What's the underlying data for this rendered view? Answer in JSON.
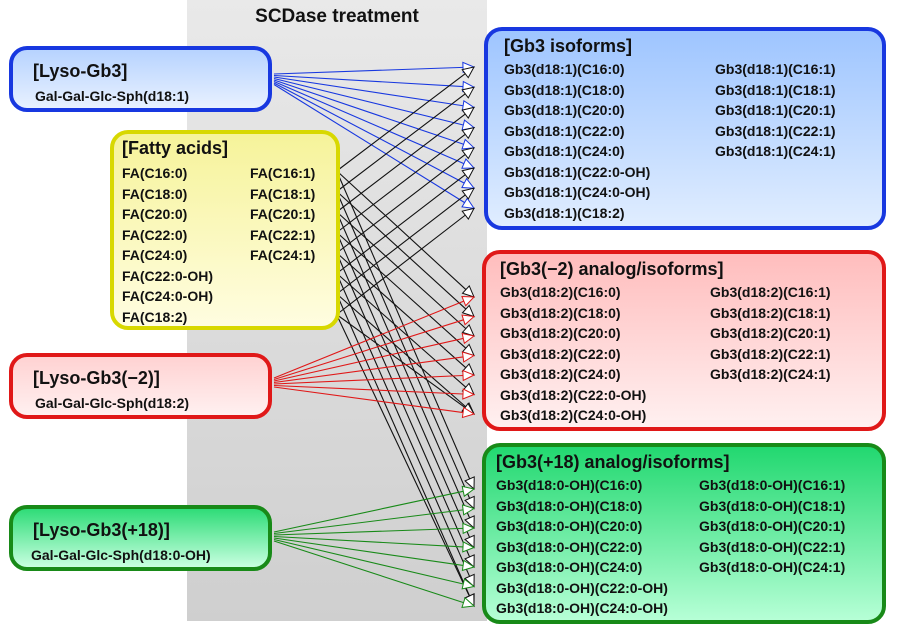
{
  "band_title": "SCDase treatment",
  "colors": {
    "blue": "#1838e0",
    "red": "#e01818",
    "green": "#188a18",
    "yellow": "#d8d800",
    "black": "#111111"
  },
  "sources": {
    "lyso_gb3": {
      "title": "[Lyso-Gb3]",
      "subtitle": "Gal-Gal-Glc-Sph(d18:1)"
    },
    "fatty_acids": {
      "title": "[Fatty acids]",
      "col1": [
        "FA(C16:0)",
        "FA(C18:0)",
        "FA(C20:0)",
        "FA(C22:0)",
        "FA(C24:0)",
        "FA(C22:0-OH)",
        "FA(C24:0-OH)",
        "FA(C18:2)"
      ],
      "col2": [
        "FA(C16:1)",
        "FA(C18:1)",
        "FA(C20:1)",
        "FA(C22:1)",
        "FA(C24:1)"
      ]
    },
    "lyso_gb3_m2": {
      "title": "[Lyso-Gb3(−2)]",
      "subtitle": "Gal-Gal-Glc-Sph(d18:2)"
    },
    "lyso_gb3_p18": {
      "title": "[Lyso-Gb3(+18)]",
      "subtitle": "Gal-Gal-Glc-Sph(d18:0-OH)"
    }
  },
  "products": {
    "gb3_isoforms": {
      "title": "[Gb3 isoforms]",
      "col1": [
        "Gb3(d18:1)(C16:0)",
        "Gb3(d18:1)(C18:0)",
        "Gb3(d18:1)(C20:0)",
        "Gb3(d18:1)(C22:0)",
        "Gb3(d18:1)(C24:0)",
        "Gb3(d18:1)(C22:0-OH)",
        "Gb3(d18:1)(C24:0-OH)",
        "Gb3(d18:1)(C18:2)"
      ],
      "col2": [
        "Gb3(d18:1)(C16:1)",
        "Gb3(d18:1)(C18:1)",
        "Gb3(d18:1)(C20:1)",
        "Gb3(d18:1)(C22:1)",
        "Gb3(d18:1)(C24:1)"
      ]
    },
    "gb3_m2_isoforms": {
      "title": "[Gb3(−2) analog/isoforms]",
      "col1": [
        "Gb3(d18:2)(C16:0)",
        "Gb3(d18:2)(C18:0)",
        "Gb3(d18:2)(C20:0)",
        "Gb3(d18:2)(C22:0)",
        "Gb3(d18:2)(C24:0)",
        "Gb3(d18:2)(C22:0-OH)",
        "Gb3(d18:2)(C24:0-OH)"
      ],
      "col2": [
        "Gb3(d18:2)(C16:1)",
        "Gb3(d18:2)(C18:1)",
        "Gb3(d18:2)(C20:1)",
        "Gb3(d18:2)(C22:1)",
        "Gb3(d18:2)(C24:1)"
      ]
    },
    "gb3_p18_isoforms": {
      "title": "[Gb3(+18) analog/isoforms]",
      "col1": [
        "Gb3(d18:0-OH)(C16:0)",
        "Gb3(d18:0-OH)(C18:0)",
        "Gb3(d18:0-OH)(C20:0)",
        "Gb3(d18:0-OH)(C22:0)",
        "Gb3(d18:0-OH)(C24:0)",
        "Gb3(d18:0-OH)(C22:0-OH)",
        "Gb3(d18:0-OH)(C24:0-OH)"
      ],
      "col2": [
        "Gb3(d18:0-OH)(C16:1)",
        "Gb3(d18:0-OH)(C18:1)",
        "Gb3(d18:0-OH)(C20:1)",
        "Gb3(d18:0-OH)(C22:1)",
        "Gb3(d18:0-OH)(C24:1)"
      ]
    }
  }
}
